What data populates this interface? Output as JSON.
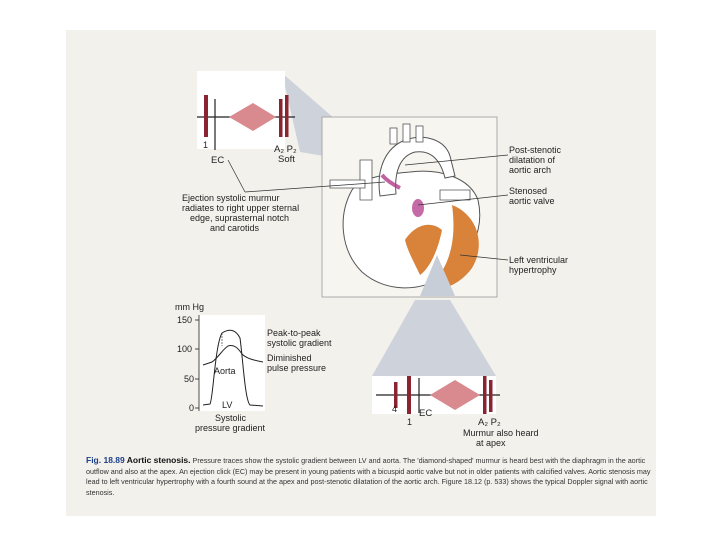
{
  "top_phono": {
    "s1_label": "1",
    "ec_label": "EC",
    "s2_label": "A₂ P₂",
    "soft_label": "Soft"
  },
  "heart_labels": {
    "post_stenotic": [
      "Post-stenotic",
      "dilatation of",
      "aortic arch"
    ],
    "stenosed_valve": [
      "Stenosed",
      "aortic valve"
    ],
    "lvh": [
      "Left ventricular",
      "hypertrophy"
    ],
    "murmur_radiates": [
      "Ejection systolic murmur",
      "radiates to right upper sternal",
      "edge, suprasternal notch",
      "and carotids"
    ]
  },
  "pressure_graph": {
    "unit": "mm Hg",
    "ticks": [
      "150",
      "100",
      "50",
      "0"
    ],
    "aorta_label": "Aorta",
    "lv_label": "LV",
    "bottom_label": [
      "Systolic",
      "pressure gradient"
    ],
    "peak_label": [
      "Peak-to-peak",
      "systolic gradient"
    ],
    "diminished_label": [
      "Diminished",
      "pulse pressure"
    ]
  },
  "bottom_phono": {
    "s4_label": "4",
    "s1_label": "1",
    "ec_label": "EC",
    "s2_label": "A₂ P₂",
    "murmur_label": [
      "Murmur also heard",
      "at apex"
    ]
  },
  "caption": {
    "fig_number": "Fig. 18.89",
    "fig_title": "Aortic stenosis.",
    "text": "Pressure traces show the systolic gradient between LV and aorta. The 'diamond-shaped' murmur is heard best with the diaphragm in the aortic outflow and also at the apex. An ejection click (EC) may be present in young patients with a bicuspid aortic valve but not in older patients with calcified valves. Aortic stenosis may lead to left ventricular hypertrophy with a fourth sound at the apex and post-stenotic dilatation of the aortic arch. Figure 18.12 (p. 533) shows the typical Doppler signal with aortic stenosis."
  },
  "colors": {
    "heart_fill": "#d9823a",
    "murmur_diamond": "#d98a8f",
    "sound_bar": "#8a2430",
    "jet": "#b03a8a",
    "cone": "#c7ced8"
  }
}
